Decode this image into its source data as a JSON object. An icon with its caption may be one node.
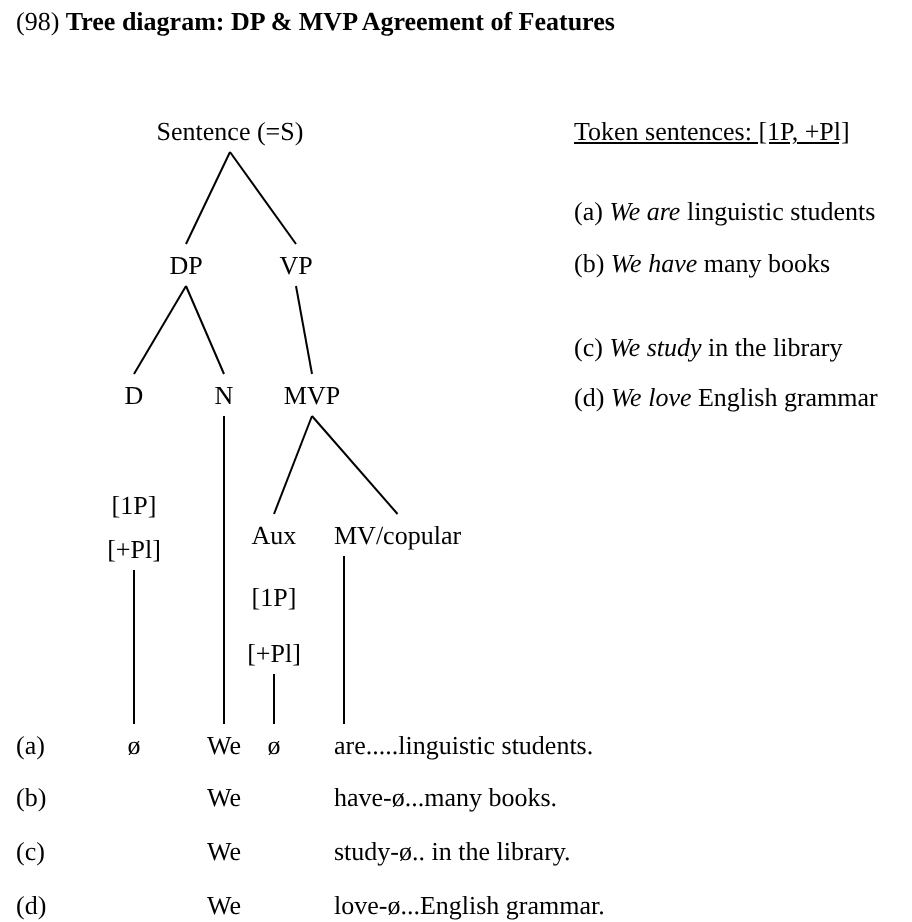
{
  "diagram": {
    "title": "(98) **Tree diagram: DP & MVP Agreement of Features**",
    "nodes": [
      {
        "text": [
          "Sentence (=S)"
        ]
      },
      {
        "text": [
          "DP"
        ]
      },
      {
        "text": [
          "VP"
        ]
      },
      {
        "text": [
          "D"
        ],
        "beside": [
          "[1P]",
          "[+Pl]"
        ]
      },
      {
        "text": [
          "N"
        ]
      },
      {
        "text": [
          "MVP"
        ]
      },
      {
        "text": [
          "Aux"
        ],
        "beside": [
          "[1P]",
          "[+Pl]"
        ]
      },
      {
        "text": [
          "MV/copular"
        ]
      },
      {
        "text": [
          "ø"
        ]
      },
      {
        "text": [
          "We"
        ]
      },
      {
        "text": [
          "ø"
        ]
      },
      {
        "text": [
          "are.....linguistic students."
        ]
      }
    ],
    "edges": [
      {
        "from": 0,
        "to": 1,
        "arrow": "none"
      },
      {
        "from": 0,
        "to": 2,
        "arrow": "none"
      },
      {
        "from": 1,
        "to": 3,
        "arrow": "none"
      },
      {
        "from": 1,
        "to": 4,
        "arrow": "none"
      },
      {
        "from": 2,
        "to": 5,
        "arrow": "none"
      },
      {
        "from": 5,
        "to": 6,
        "arrow": "none"
      },
      {
        "from": 5,
        "to": 7,
        "arrow": "none"
      },
      {
        "from": 3,
        "to": 8,
        "arrow": "none"
      },
      {
        "from": 4,
        "to": 9,
        "arrow": "none"
      },
      {
        "from": 6,
        "to": 10,
        "arrow": "none"
      },
      {
        "from": 7,
        "to": 11,
        "arrow": "none"
      }
    ],
    "labels": [
      "Token sentences: [1P, +Pl]",
      "(a) *We are* linguistic students",
      "(b) *We have* many books",
      "(c) *We study* in the library",
      "(d) *We love* English grammar",
      "(a)",
      "(b)",
      "We",
      "have-ø...many books.",
      "(c)",
      "We",
      "study-ø.. in the library.",
      "(d)",
      "We",
      "love-ø...English grammar."
    ]
  }
}
